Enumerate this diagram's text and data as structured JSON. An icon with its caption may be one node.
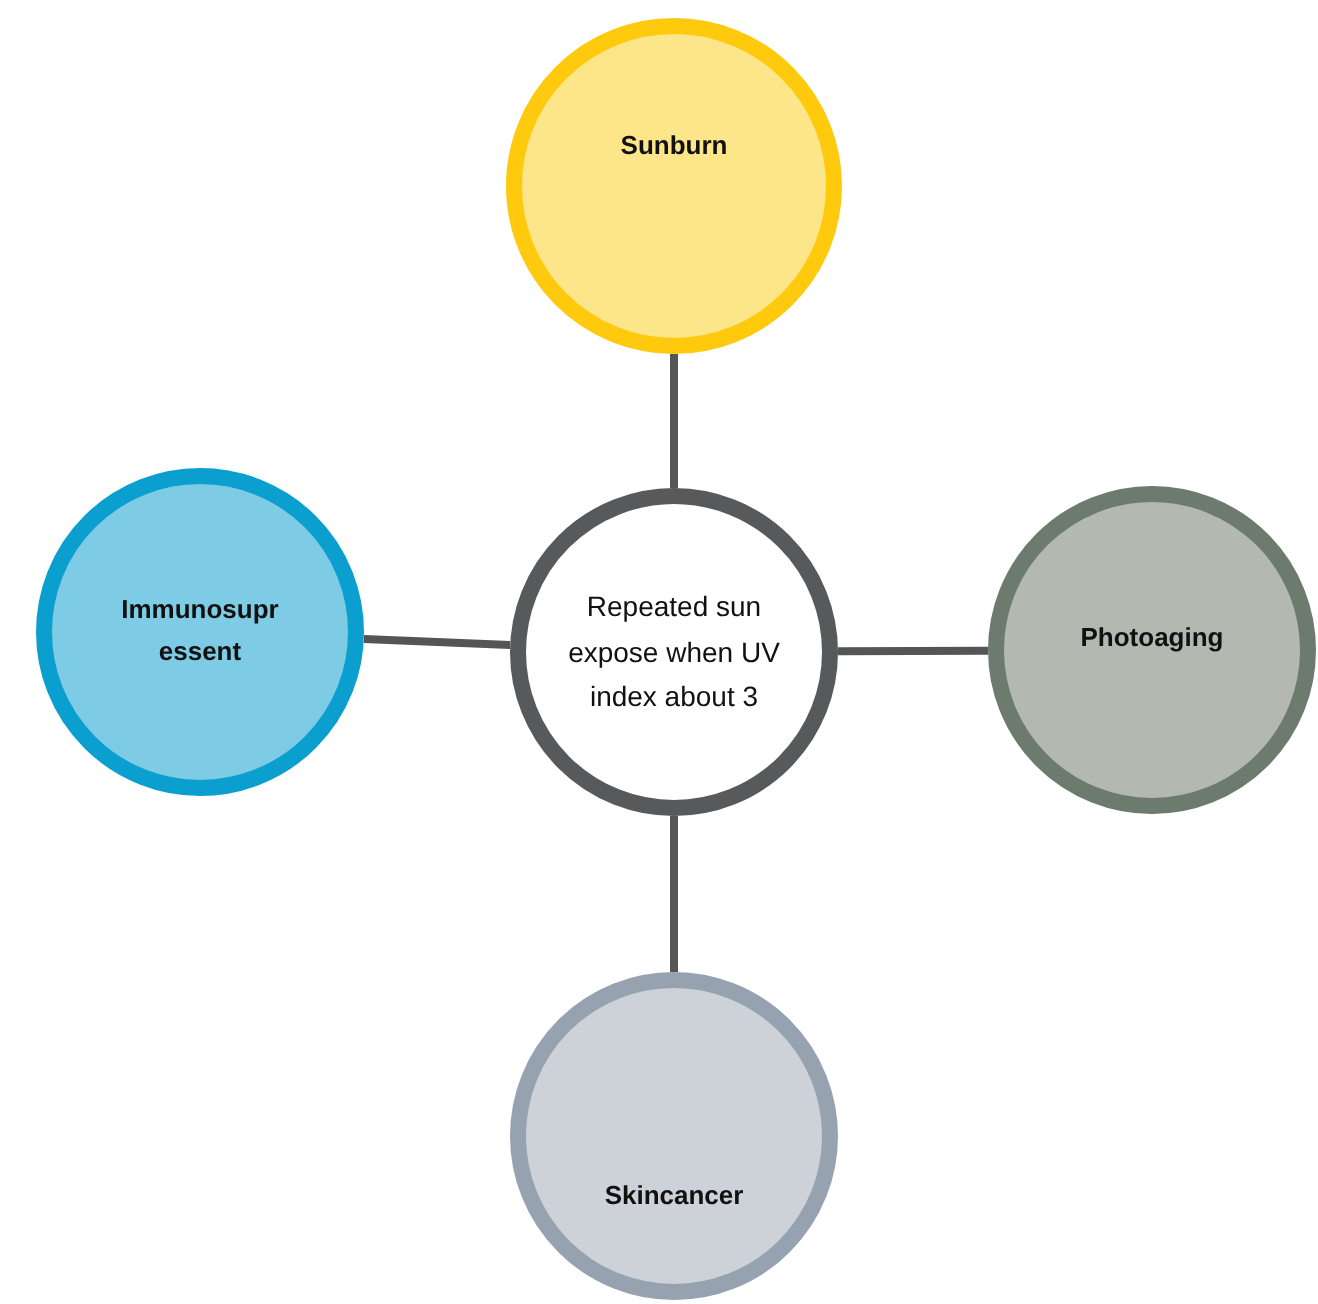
{
  "diagram": {
    "nodes": [
      {
        "text": [
          "Repeated sun expose when UV index about 3"
        ]
      },
      {
        "text": [
          "Sunburn"
        ]
      },
      {
        "text": [
          "Immunosupressent"
        ]
      },
      {
        "text": [
          "Photoaging"
        ]
      },
      {
        "text": [
          "Skincancer"
        ]
      }
    ],
    "edges": [
      {
        "from": 0,
        "to": 1,
        "arrow": "none"
      },
      {
        "from": 0,
        "to": 2,
        "arrow": "none"
      },
      {
        "from": 0,
        "to": 3,
        "arrow": "none"
      },
      {
        "from": 0,
        "to": 4,
        "arrow": "none"
      }
    ]
  }
}
